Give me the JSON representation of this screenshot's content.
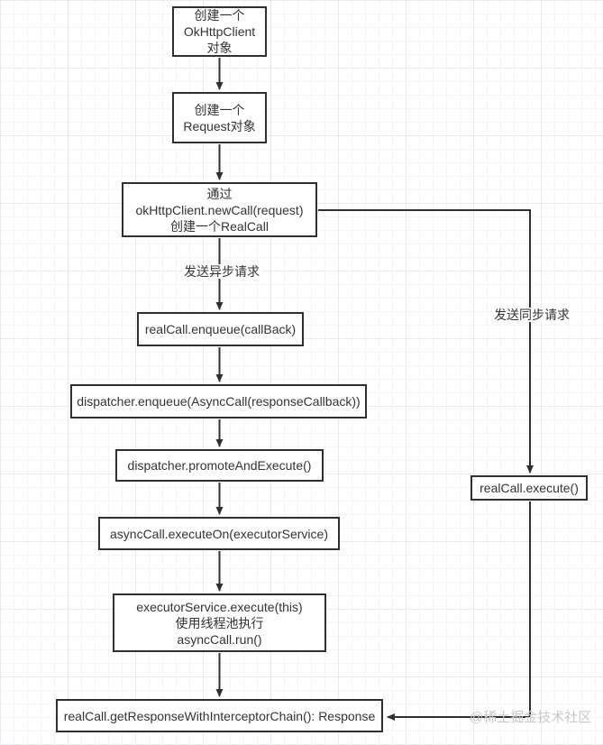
{
  "diagram": {
    "type": "flowchart",
    "topic": "OkHttp request flow",
    "nodes": [
      {
        "name": "create-okhttpclient",
        "label": "创建一个\nOkHttpClient\n对象"
      },
      {
        "name": "create-request",
        "label": "创建一个\nRequest对象"
      },
      {
        "name": "newcall-create-realcall",
        "label": "通过\nokHttpClient.newCall(request)\n创建一个RealCall"
      },
      {
        "name": "realcall-enqueue",
        "label": "realCall.enqueue(callBack)"
      },
      {
        "name": "dispatcher-enqueue",
        "label": "dispatcher.enqueue(AsyncCall(responseCallback))"
      },
      {
        "name": "dispatcher-promote-and-execute",
        "label": "dispatcher.promoteAndExecute()"
      },
      {
        "name": "asynccall-executeon",
        "label": "asyncCall.executeOn(executorService)"
      },
      {
        "name": "executorservice-execute",
        "label": "executorService.execute(this)\n使用线程池执行\nasyncCall.run()"
      },
      {
        "name": "get-response-with-interceptor-chain",
        "label": "realCall.getResponseWithInterceptorChain(): Response"
      },
      {
        "name": "realcall-execute",
        "label": "realCall.execute()"
      }
    ],
    "edge_labels": [
      {
        "name": "async-request-label",
        "label": "发送异步请求"
      },
      {
        "name": "sync-request-label",
        "label": "发送同步请求"
      }
    ],
    "watermark": "@稀土掘金技术社区",
    "colors": {
      "node_border": "#303030",
      "node_text": "#333333",
      "edge_line": "#303030",
      "watermark_text": "#c9c9cd",
      "background": "#ffffff",
      "grid_minor": "#f5f5f8",
      "grid_major": "#e9e9ee"
    }
  }
}
